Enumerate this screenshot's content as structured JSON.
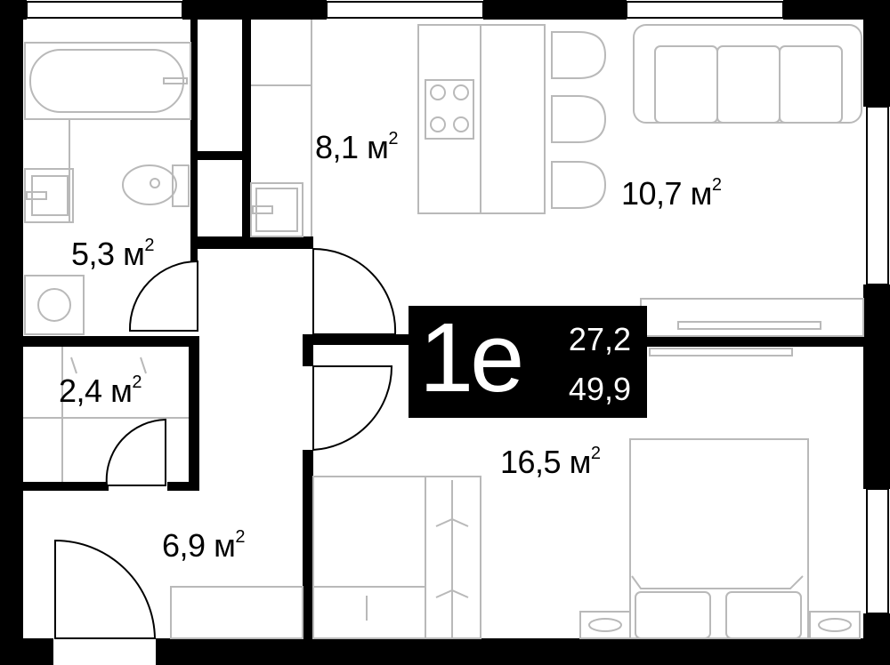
{
  "rooms": {
    "kitchen": {
      "area": "8,1",
      "unit": "м",
      "exp": "2"
    },
    "living": {
      "area": "10,7",
      "unit": "м",
      "exp": "2"
    },
    "bathroom": {
      "area": "5,3",
      "unit": "м",
      "exp": "2"
    },
    "closet": {
      "area": "2,4",
      "unit": "м",
      "exp": "2"
    },
    "hall": {
      "area": "6,9",
      "unit": "м",
      "exp": "2"
    },
    "bedroom": {
      "area": "16,5",
      "unit": "м",
      "exp": "2"
    }
  },
  "badge": {
    "type": "1e",
    "area_living": "27,2",
    "area_total": "49,9"
  }
}
